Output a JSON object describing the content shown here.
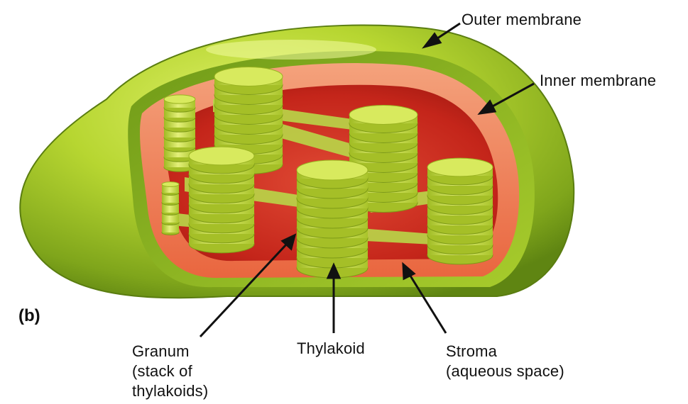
{
  "panel_label": "(b)",
  "labels": {
    "outer_membrane": "Outer membrane",
    "inner_membrane": "Inner membrane",
    "granum": [
      "Granum",
      "(stack of",
      "thylakoids)"
    ],
    "thylakoid": "Thylakoid",
    "stroma": [
      "Stroma",
      "(aqueous space)"
    ]
  },
  "colors": {
    "outer_membrane": "#9cc21e",
    "inner_membrane": "#ef7d57",
    "stroma": "#c8261a",
    "thylakoid": "#cfe04a",
    "arrow": "#111111"
  }
}
